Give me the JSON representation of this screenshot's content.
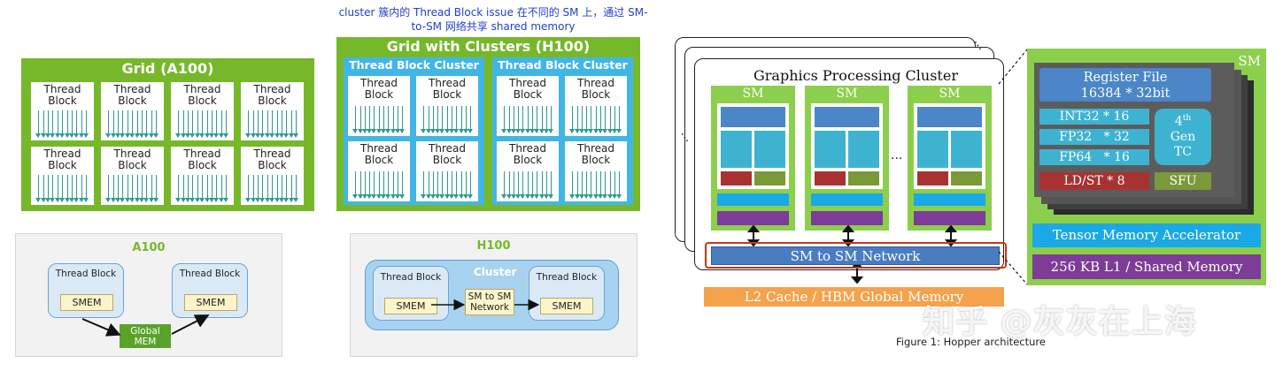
{
  "a100_grid": {
    "title": "Grid (A100)",
    "blocks": [
      "Thread\nBlock",
      "Thread\nBlock",
      "Thread\nBlock",
      "Thread\nBlock",
      "Thread\nBlock",
      "Thread\nBlock",
      "Thread\nBlock",
      "Thread\nBlock"
    ]
  },
  "h100_grid": {
    "caption": "cluster 簇内的 Thread Block issue 在不同的 SM 上，通过 SM-to-SM 网络共享 shared memory",
    "title": "Grid with Clusters (H100)",
    "cluster_label": "Thread Block Cluster",
    "block_label": "Thread\nBlock"
  },
  "a100_diagram": {
    "title": "A100",
    "block_label": "Thread Block",
    "smem_label": "SMEM",
    "global_mem_label": "Global\nMEM"
  },
  "h100_diagram": {
    "title": "H100",
    "block_label": "Thread Block",
    "cluster_label": "Cluster",
    "smem_label": "SMEM",
    "network_label": "SM to SM\nNetwork"
  },
  "hopper": {
    "gpc_title": "Graphics Processing Cluster",
    "sm_label": "SM",
    "ellipsis": "···",
    "network_label": "SM to SM Network",
    "l2_label": "L2 Cache / HBM Global Memory",
    "sm_detail": {
      "title": "SM",
      "register_file": "Register File\n16384 * 32bit",
      "int32": "INT32 * 16",
      "fp32": "FP32   * 32",
      "fp64": "FP64   * 16",
      "tc_gen": "4",
      "tc_sup": "th",
      "tc_rest": "Gen\nTC",
      "ldst": "LD/ST * 8",
      "sfu": "SFU",
      "tma": "Tensor Memory Accelerator",
      "l1": "256 KB L1 / Shared Memory"
    },
    "figure_caption": "Figure 1: Hopper architecture",
    "watermark": "知乎 @灰灰在上海"
  }
}
